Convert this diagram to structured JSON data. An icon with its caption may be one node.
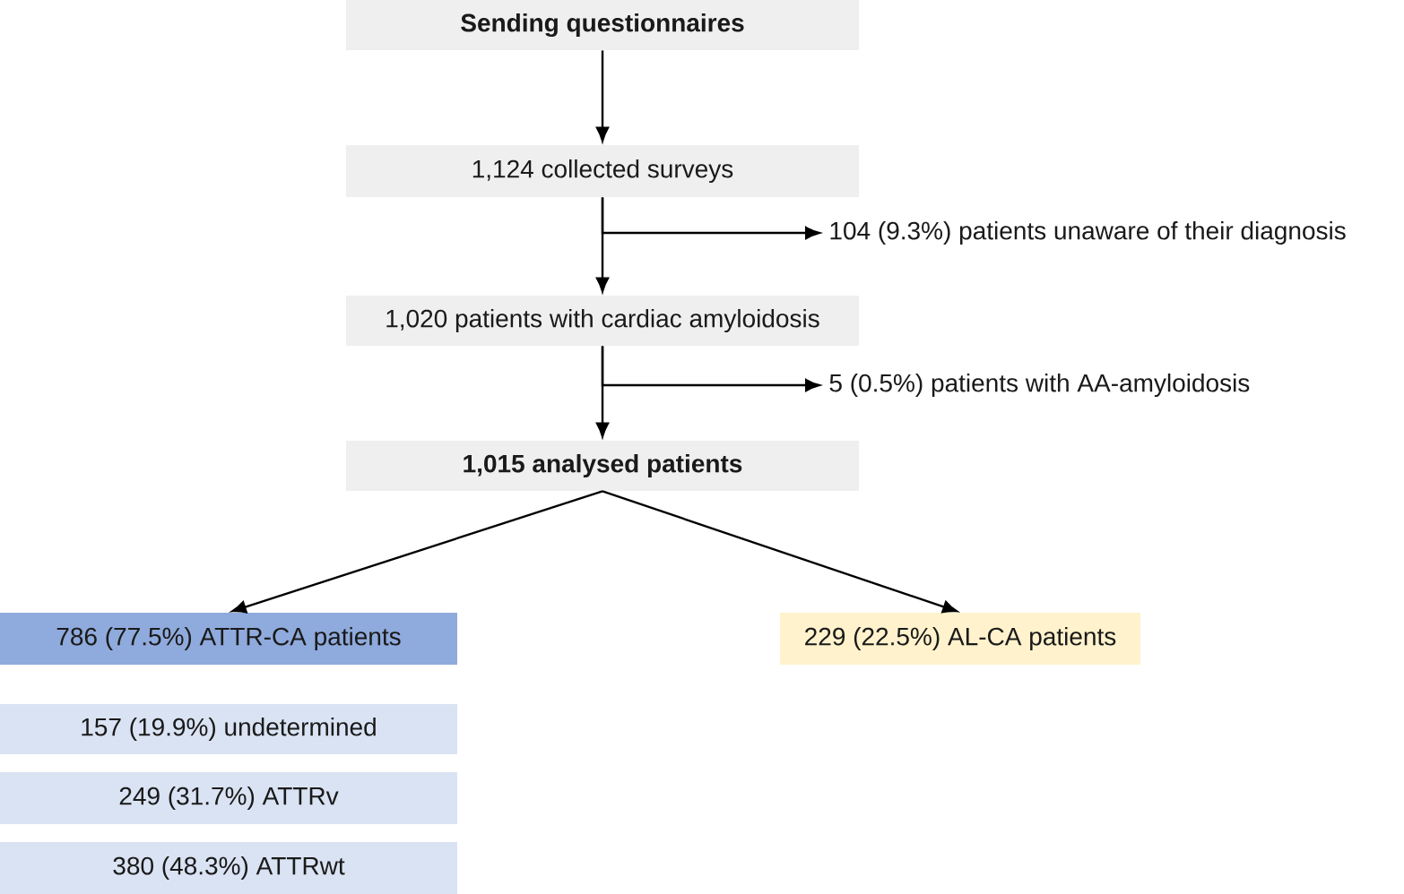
{
  "diagram": {
    "nodes": [
      {
        "text": [
          "Sending questionnaires"
        ]
      },
      {
        "text": [
          "1,124 collected surveys"
        ]
      },
      {
        "text": [
          "104 (9.3%) patients unaware of their diagnosis"
        ]
      },
      {
        "text": [
          "1,020 patients with cardiac amyloidosis"
        ]
      },
      {
        "text": [
          "5 (0.5%) patients with AA-amyloidosis"
        ]
      },
      {
        "text": [
          "1,015 analysed patients"
        ]
      },
      {
        "text": [
          "786 (77.5%) ATTR-CA patients"
        ]
      },
      {
        "text": [
          "229 (22.5%) AL-CA patients"
        ]
      },
      {
        "text": [
          "157 (19.9%) undetermined"
        ]
      },
      {
        "text": [
          "249 (31.7%) ATTRv"
        ]
      },
      {
        "text": [
          "380 (48.3%) ATTRwt"
        ]
      }
    ],
    "edges": [
      {
        "from": 0,
        "to": 1,
        "arrow": "to"
      },
      {
        "from": 1,
        "to": 3,
        "arrow": "to"
      },
      {
        "from": 1,
        "to": 2,
        "arrow": "to"
      },
      {
        "from": 3,
        "to": 5,
        "arrow": "to"
      },
      {
        "from": 3,
        "to": 4,
        "arrow": "to"
      },
      {
        "from": 5,
        "to": 6,
        "arrow": "to"
      },
      {
        "from": 5,
        "to": 7,
        "arrow": "to"
      }
    ]
  }
}
